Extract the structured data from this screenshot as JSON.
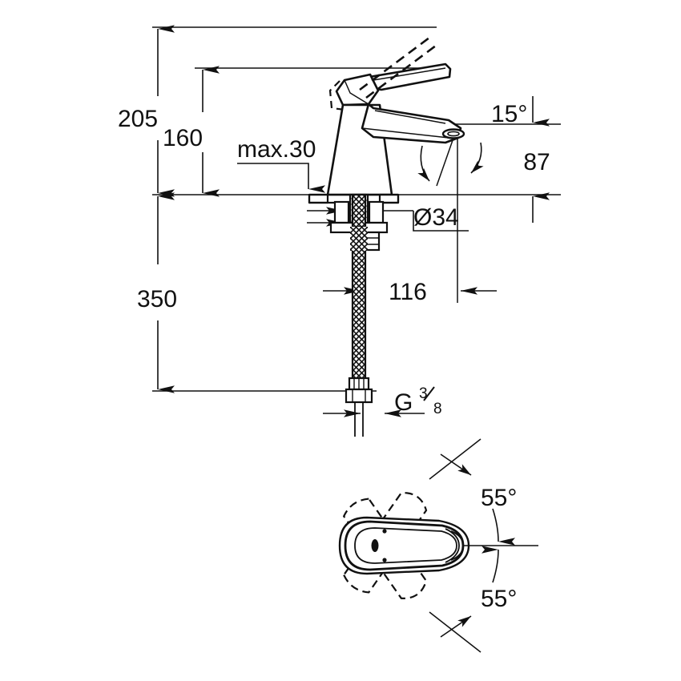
{
  "drawing": {
    "title": "Single-lever basin mixer dimensional drawing",
    "units": "mm",
    "background_color": "#ffffff",
    "line_color": "#111111"
  },
  "views": {
    "elevation": {
      "name": "side-elevation-view",
      "label": ""
    },
    "plan": {
      "name": "plan-view-swivel-range",
      "label": ""
    }
  },
  "dimensions": {
    "total_height": "205",
    "spout_height": "160",
    "max_deck_thickness": "max.30",
    "spout_angle": "15°",
    "spout_reach_height": "87",
    "shank_diameter": "Ø34",
    "hose_length": "350",
    "spout_projection": "116",
    "thread": "G",
    "thread_numerator": "3",
    "thread_denominator": "8",
    "swivel_left": "55°",
    "swivel_right": "55°"
  }
}
